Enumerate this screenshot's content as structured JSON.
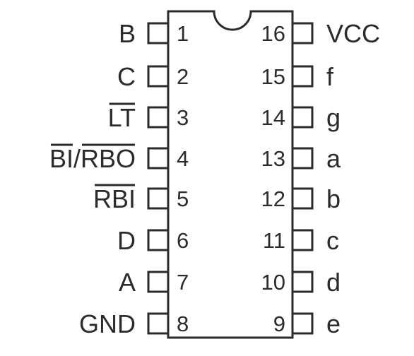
{
  "chip": {
    "left_pins": [
      {
        "label": "B",
        "number": "1",
        "overbar": false
      },
      {
        "label": "C",
        "number": "2",
        "overbar": false
      },
      {
        "label": "LT",
        "number": "3",
        "overbar": true
      },
      {
        "label": "BI/RBO",
        "number": "4",
        "overbar": true
      },
      {
        "label": "RBI",
        "number": "5",
        "overbar": true
      },
      {
        "label": "D",
        "number": "6",
        "overbar": false
      },
      {
        "label": "A",
        "number": "7",
        "overbar": false
      },
      {
        "label": "GND",
        "number": "8",
        "overbar": false
      }
    ],
    "right_pins": [
      {
        "label": "VCC",
        "number": "16"
      },
      {
        "label": "f",
        "number": "15"
      },
      {
        "label": "g",
        "number": "14"
      },
      {
        "label": "a",
        "number": "13"
      },
      {
        "label": "b",
        "number": "12"
      },
      {
        "label": "c",
        "number": "11"
      },
      {
        "label": "d",
        "number": "10"
      },
      {
        "label": "e",
        "number": "9"
      }
    ]
  },
  "colors": {
    "ink": "#2b2b2b",
    "background": "#ffffff"
  }
}
